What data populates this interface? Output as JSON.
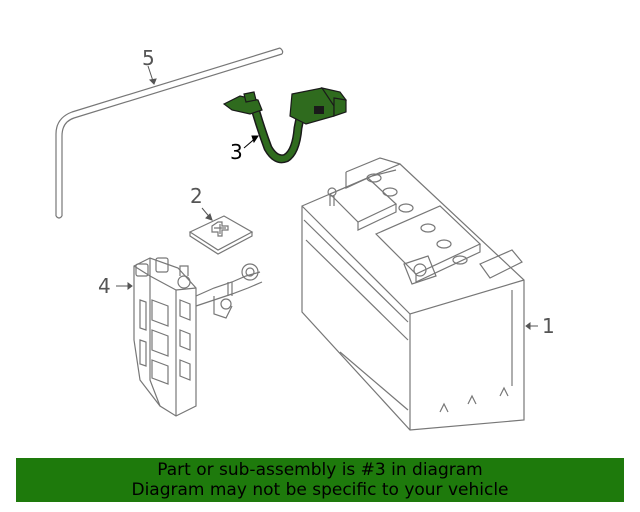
{
  "callouts": {
    "part1": "1",
    "part2": "2",
    "part3": "3",
    "part4": "4",
    "part5": "5"
  },
  "highlight": {
    "part": "3",
    "color": "#2f6b1e"
  },
  "banner": {
    "line1": "Part or sub-assembly is #3 in diagram",
    "line2": "Diagram may not be specific to your vehicle",
    "color": "#1e7a0c"
  }
}
